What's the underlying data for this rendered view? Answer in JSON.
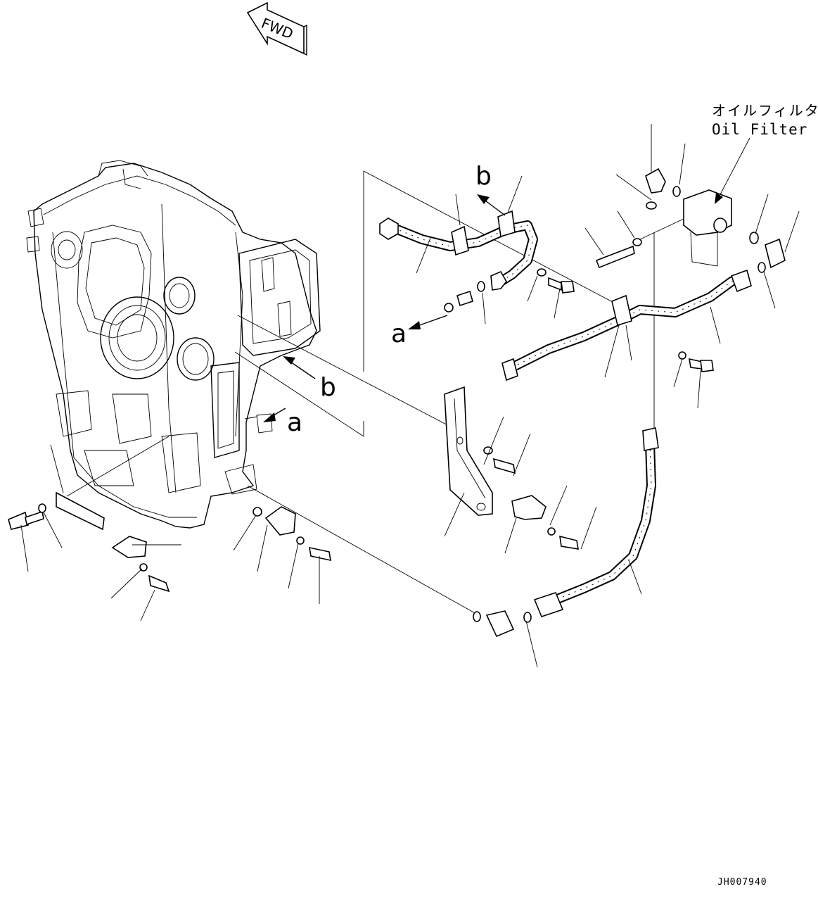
{
  "direction_marker": {
    "label": "FWD"
  },
  "callouts": {
    "oil_filter_jp": "オイルフィルタ",
    "oil_filter_en": "Oil Filter",
    "ref_a_top": "a",
    "ref_b_top": "b",
    "ref_b_side": "b",
    "ref_a_side": "a"
  },
  "drawing_code": "JH007940"
}
